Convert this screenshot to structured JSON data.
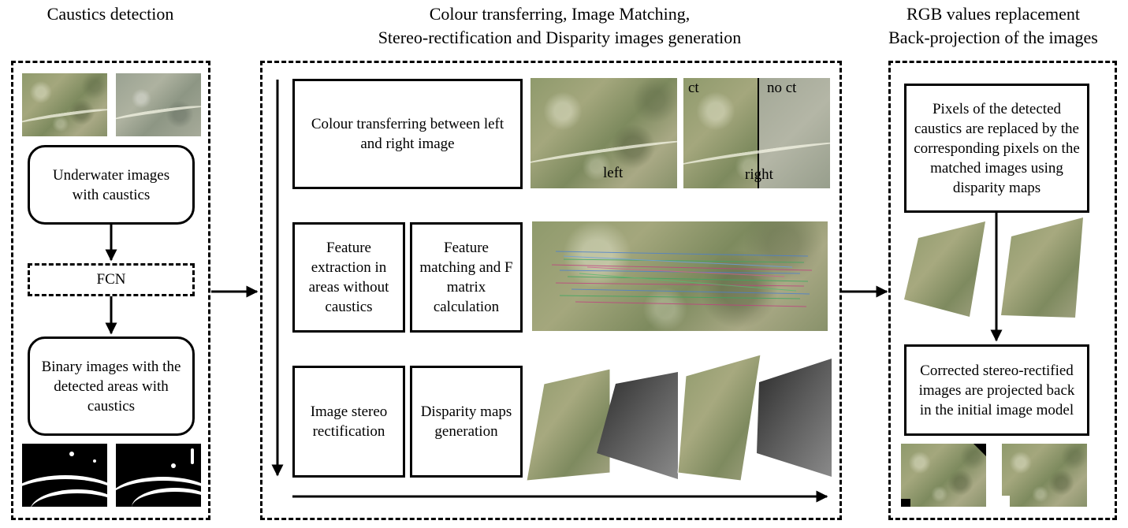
{
  "headings": {
    "caustics": "Caustics detection",
    "middle_line1": "Colour transferring, Image Matching,",
    "middle_line2": "Stereo-rectification and Disparity images generation",
    "right_line1": "RGB values replacement",
    "right_line2": "Back-projection of the images"
  },
  "left_panel": {
    "box1": "Underwater images with caustics",
    "fcn": "FCN",
    "box2": "Binary images with the detected areas with caustics"
  },
  "middle_panel": {
    "colour_box": "Colour transferring between left and right image",
    "img_left_label": "left",
    "img_ct_label": "ct",
    "img_noct_label": "no ct",
    "img_right_label": "right",
    "feature_extraction": "Feature extraction in areas without caustics",
    "feature_matching": "Feature matching and F matrix calculation",
    "rectification": "Image stereo rectification",
    "disparity": "Disparity maps generation"
  },
  "right_panel": {
    "box1": "Pixels of the detected caustics are replaced by the corresponding pixels on the matched images using disparity maps",
    "box2": "Corrected stereo-rectified images are projected back in the initial image model"
  },
  "colors": {
    "stroke": "#000000",
    "background": "#ffffff"
  }
}
